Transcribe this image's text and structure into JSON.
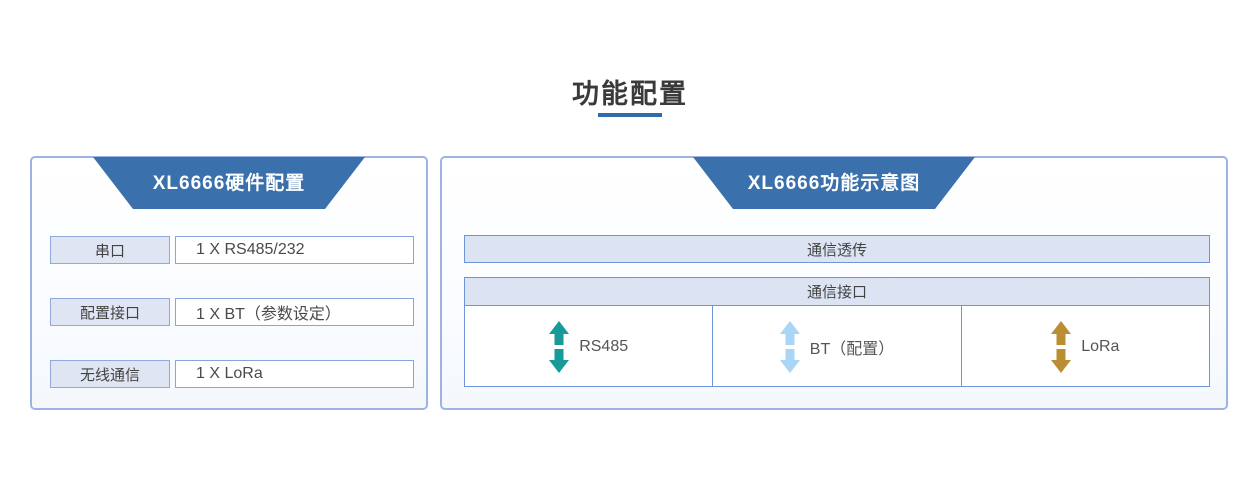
{
  "page": {
    "title": "功能配置",
    "underline_color": "#2e6cab"
  },
  "hardware_panel": {
    "header": "XL6666硬件配置",
    "rows": [
      {
        "label": "串口",
        "value": "1 X RS485/232"
      },
      {
        "label": "配置接口",
        "value": "1 X BT（参数设定）"
      },
      {
        "label": "无线通信",
        "value": "1 X LoRa"
      }
    ]
  },
  "function_panel": {
    "header": "XL6666功能示意图",
    "top_bar": "通信透传",
    "table_header": "通信接口",
    "cells": [
      {
        "label": "RS485",
        "arrow_color": "#18999a"
      },
      {
        "label": "BT（配置）",
        "arrow_color": "#a9d6f5"
      },
      {
        "label": "LoRa",
        "arrow_color": "#bc8e33"
      }
    ]
  },
  "colors": {
    "header_blue": "#3a70ab",
    "panel_border": "#9db4e3",
    "strip_fill": "#dce4f4",
    "strip_border": "#6d95d8"
  }
}
